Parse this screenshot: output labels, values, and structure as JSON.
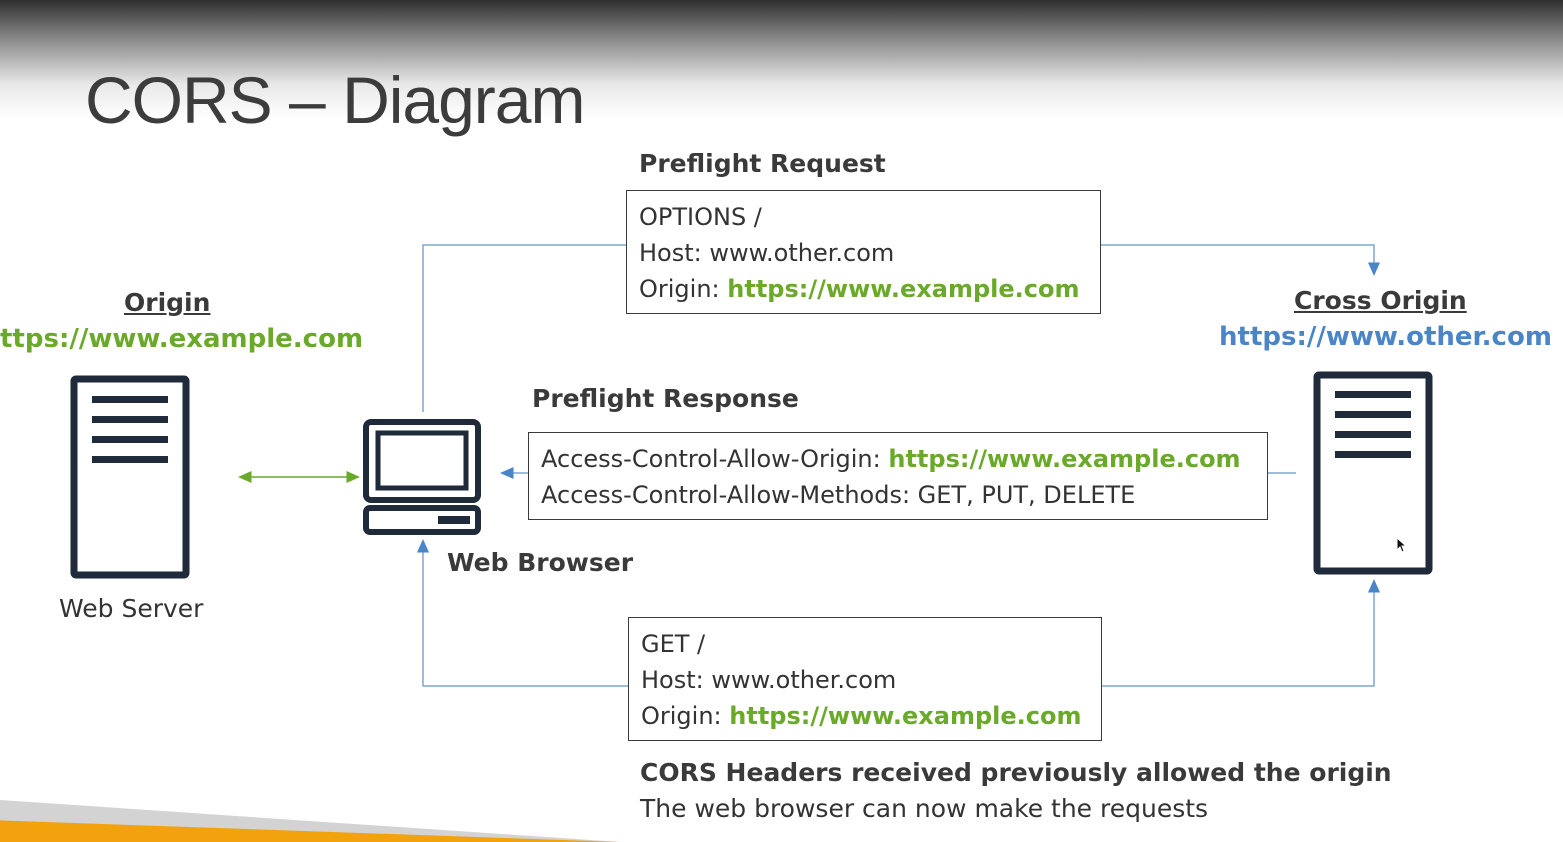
{
  "title": "CORS – Diagram",
  "origin": {
    "heading": "Origin",
    "url": "ttps://www.example.com",
    "server_label": "Web Server"
  },
  "cross_origin": {
    "heading": "Cross Origin",
    "url": "https://www.other.com"
  },
  "browser": {
    "label": "Web Browser"
  },
  "preflight_request": {
    "heading": "Preflight Request",
    "line1": "OPTIONS /",
    "line2": "Host: www.other.com",
    "line3_prefix": "Origin: ",
    "line3_url": "https://www.example.com"
  },
  "preflight_response": {
    "heading": "Preflight Response",
    "line1_prefix": "Access-Control-Allow-Origin: ",
    "line1_url": "https://www.example.com",
    "line2": "Access-Control-Allow-Methods: GET, PUT, DELETE"
  },
  "get_request": {
    "line1": "GET /",
    "line2": "Host: www.other.com",
    "line3_prefix": "Origin: ",
    "line3_url": "https://www.example.com"
  },
  "footer": {
    "line1": "CORS Headers received previously allowed the origin",
    "line2": "The web browser can now make the requests"
  },
  "colors": {
    "green": "#6aa92a",
    "blue": "#4a86c7",
    "dark": "#1f2a3a",
    "connector": "#7fa7d4"
  }
}
